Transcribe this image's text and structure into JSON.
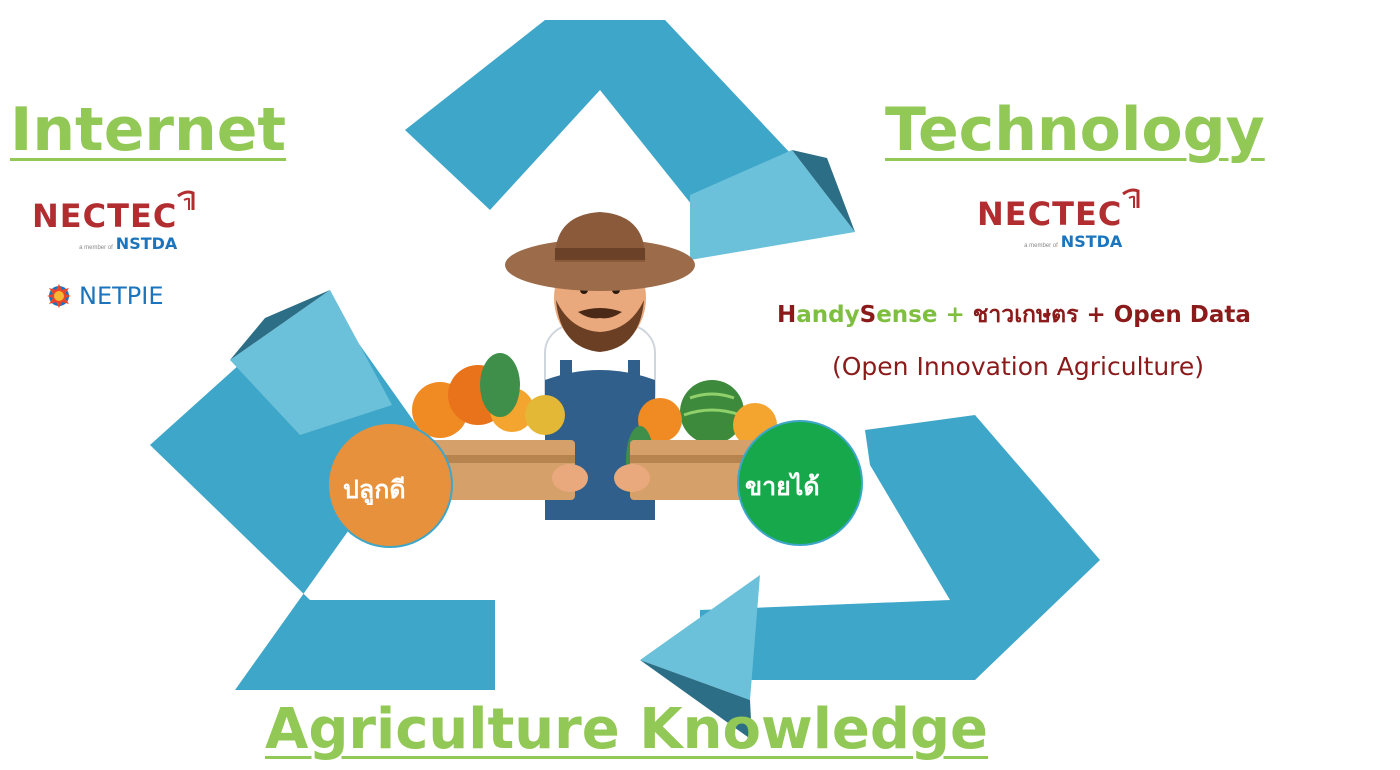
{
  "colors": {
    "arrow": "#3ea6c9",
    "arrow_light": "#6cc1da",
    "arrow_dark": "#2b6e86",
    "heading_green": "#92c856",
    "nectec_red": "#b12d30",
    "nstda_blue": "#1c75bc",
    "caption_red": "#8b1a1a",
    "sense_green": "#7fbf3f",
    "circle_orange": "#e7913c",
    "circle_green": "#16a84a"
  },
  "headings": {
    "internet": "Internet",
    "technology": "Technology",
    "agriculture": "Agriculture Knowledge"
  },
  "logos": {
    "nectec_word": "NECTEC",
    "nstda_prefix": "a member of",
    "nstda_word": "NSTDA",
    "netpie_word": "NETPIE"
  },
  "caption": {
    "handy_h": "H",
    "handy_andy": "andy",
    "handy_s": "S",
    "handy_ense": "ense",
    "plus1": " + ",
    "thai_farmer": "ชาวเกษตร",
    "plus2": " + ",
    "open_data": "Open Data",
    "line2": "(Open Innovation Agriculture)"
  },
  "circles": {
    "left_label": "ปลูกดี",
    "right_label": "ขายได้"
  },
  "icons": {
    "cycle": "recycle-arrows-icon",
    "farmer": "farmer-with-vegetables-icon",
    "netpie": "gear-logo-icon"
  }
}
